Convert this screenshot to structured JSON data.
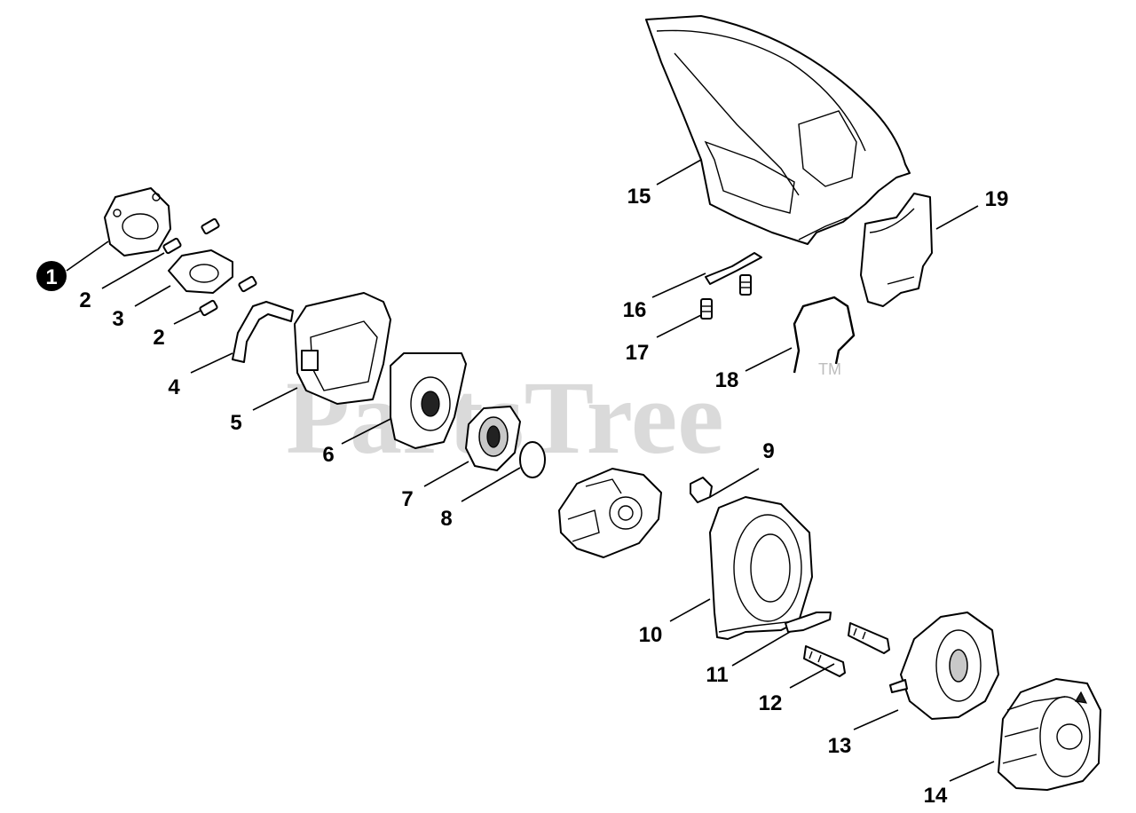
{
  "diagram": {
    "watermark": "PartsTree",
    "watermark_mark": "TM",
    "callouts": [
      {
        "id": "c1",
        "label": "1",
        "highlighted": true
      },
      {
        "id": "c2a",
        "label": "2"
      },
      {
        "id": "c3",
        "label": "3"
      },
      {
        "id": "c2b",
        "label": "2"
      },
      {
        "id": "c4",
        "label": "4"
      },
      {
        "id": "c5",
        "label": "5"
      },
      {
        "id": "c6",
        "label": "6"
      },
      {
        "id": "c7",
        "label": "7"
      },
      {
        "id": "c8",
        "label": "8"
      },
      {
        "id": "c9",
        "label": "9"
      },
      {
        "id": "c10",
        "label": "10"
      },
      {
        "id": "c11",
        "label": "11"
      },
      {
        "id": "c12",
        "label": "12"
      },
      {
        "id": "c13",
        "label": "13"
      },
      {
        "id": "c14",
        "label": "14"
      },
      {
        "id": "c15",
        "label": "15"
      },
      {
        "id": "c16",
        "label": "16"
      },
      {
        "id": "c17",
        "label": "17"
      },
      {
        "id": "c18",
        "label": "18"
      },
      {
        "id": "c19",
        "label": "19"
      }
    ]
  }
}
